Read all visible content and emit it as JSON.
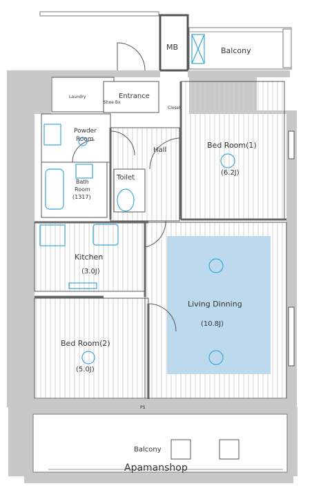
{
  "rooms": {
    "mb": "MB",
    "balcony_top": "Balcony",
    "entrance": "Entrance",
    "powder_room": {
      "line1": "Powder",
      "line2": "Room"
    },
    "bath_room": {
      "line1": "Bath",
      "line2": "Room",
      "line3": "(1317)"
    },
    "toilet": "Toilet",
    "hall": "Hall",
    "bed_room_1": {
      "name": "Bed Room(1)",
      "size": "(6.2J)"
    },
    "kitchen": {
      "name": "Kitchen",
      "size": "(3.0J)"
    },
    "living_dining": {
      "name": "Living Dinning",
      "size": "(10.8J)"
    },
    "bed_room_2": {
      "name": "Bed Room(2)",
      "size": "(5.0J)"
    },
    "balcony_bottom": "Balcony"
  },
  "fixtures": {
    "shoe": "Shoe Bx",
    "closet": "Closet",
    "laundry": "Laundry",
    "ps": "PS"
  },
  "watermark": "Apamanshop",
  "colors": {
    "wall": "#c8c8c8",
    "fixture": "#38a7d8",
    "living_highlight": "#bcd9ee"
  }
}
